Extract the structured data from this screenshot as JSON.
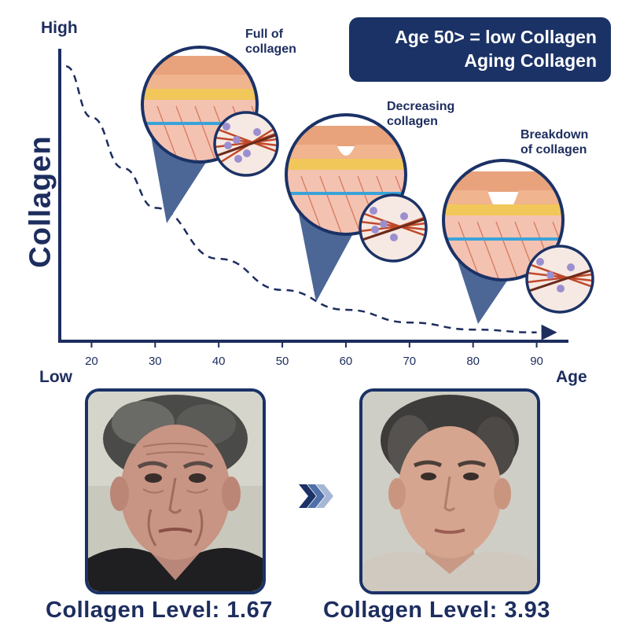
{
  "chart_data": {
    "type": "line",
    "title": "",
    "xlabel": "Age",
    "ylabel": "Collagen",
    "y_high_label": "High",
    "y_low_label": "Low",
    "x_ticks": [
      20,
      30,
      40,
      50,
      60,
      70,
      80,
      90
    ],
    "xlim": [
      15,
      95
    ],
    "ylim": [
      0,
      1
    ],
    "curve": {
      "style": "dashed-arrow",
      "x": [
        16,
        20,
        25,
        30,
        40,
        50,
        60,
        70,
        80,
        90
      ],
      "y": [
        0.96,
        0.78,
        0.6,
        0.46,
        0.28,
        0.17,
        0.1,
        0.055,
        0.03,
        0.02
      ]
    },
    "stages": [
      {
        "label": "Full of\ncollagen",
        "x": 31,
        "y": 0.42
      },
      {
        "label": "Decreasing\ncollagen",
        "x": 55,
        "y": 0.14
      },
      {
        "label": "Breakdown\nof collagen",
        "x": 80,
        "y": 0.03
      }
    ],
    "grid": false
  },
  "banner": {
    "line1": "Age 50> = low Collagen",
    "line2": "Aging Collagen"
  },
  "comparison": {
    "before_level": "Collagen Level: 1.67",
    "after_level": "Collagen Level: 3.93"
  },
  "colors": {
    "navy": "#1b3266",
    "skin_top": "#e8a37c",
    "fat_layer": "#f2c75a",
    "dermis": "#f4c2b1",
    "fiber": "#c0482a"
  }
}
